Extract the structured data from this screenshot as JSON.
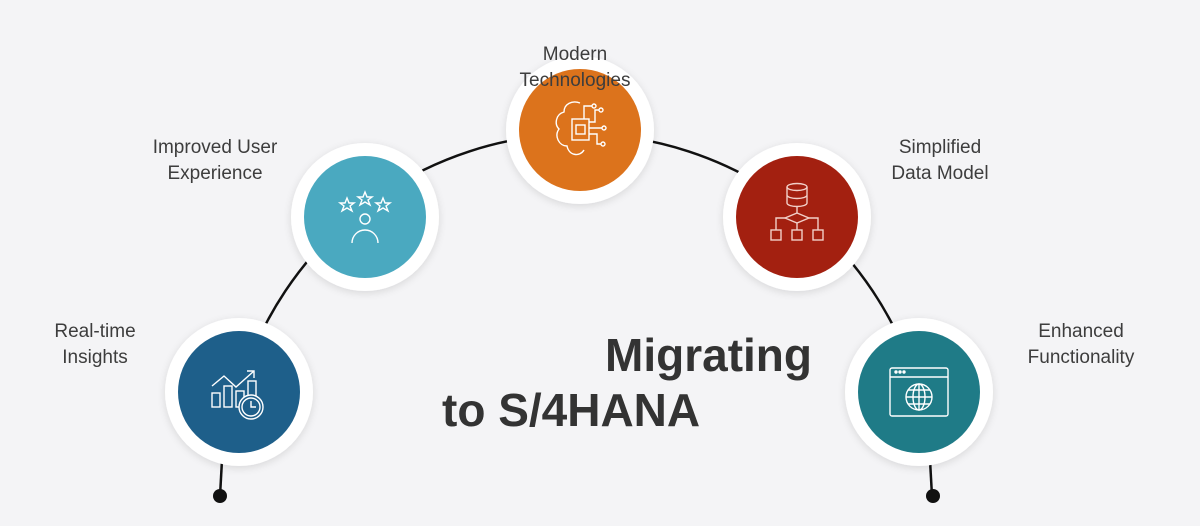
{
  "title": {
    "line1": "Migrating",
    "line2": "to S/4HANA"
  },
  "nodes": [
    {
      "id": "realtime",
      "line1": "Real-time",
      "line2": "Insights",
      "icon": "chart-clock-icon",
      "color": "#1e5f8a"
    },
    {
      "id": "ux",
      "line1": "Improved User",
      "line2": "Experience",
      "icon": "user-stars-icon",
      "color": "#4aa9c0"
    },
    {
      "id": "modern",
      "line1": "Modern",
      "line2": "Technologies",
      "icon": "cloud-chip-icon",
      "color": "#dc731c"
    },
    {
      "id": "data",
      "line1": "Simplified",
      "line2": "Data Model",
      "icon": "database-hierarchy-icon",
      "color": "#a32010"
    },
    {
      "id": "func",
      "line1": "Enhanced",
      "line2": "Functionality",
      "icon": "browser-globe-icon",
      "color": "#1f7b87"
    }
  ]
}
